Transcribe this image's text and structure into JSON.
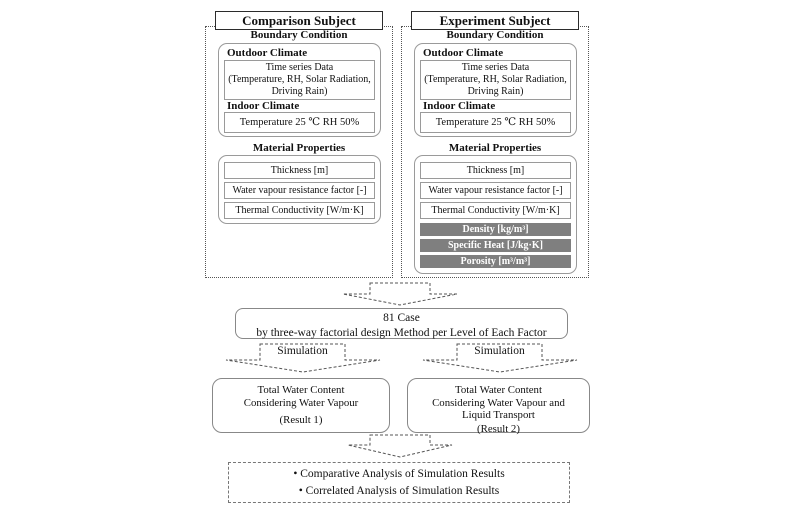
{
  "figure": {
    "columns": [
      {
        "title": "Comparison Subject",
        "boundary_label": "Boundary Condition",
        "outdoor_label": "Outdoor Climate",
        "time_series_lines": [
          "Time series Data",
          "(Temperature, RH, Solar Radiation,",
          "Driving Rain)"
        ],
        "indoor_label": "Indoor Climate",
        "indoor_value": "Temperature 25 ℃ RH 50%",
        "material_label": "Material Properties",
        "material_items": [
          "Thickness [m]",
          "Water vapour resistance factor [-]",
          "Thermal Conductivity [W/m·K]"
        ],
        "material_extra_items": []
      },
      {
        "title": "Experiment Subject",
        "boundary_label": "Boundary Condition",
        "outdoor_label": "Outdoor Climate",
        "time_series_lines": [
          "Time series Data",
          "(Temperature, RH, Solar Radiation,",
          "Driving Rain)"
        ],
        "indoor_label": "Indoor Climate",
        "indoor_value": "Temperature 25 ℃ RH 50%",
        "material_label": "Material Properties",
        "material_items": [
          "Thickness [m]",
          "Water vapour resistance factor [-]",
          "Thermal Conductivity [W/m·K]"
        ],
        "material_extra_items": [
          "Density [kg/m³]",
          "Specific Heat [J/kg·K]",
          "Porosity [m³/m³]"
        ]
      }
    ],
    "case_box": {
      "line1": "81 Case",
      "line2": "by three-way factorial design Method per Level of Each Factor"
    },
    "simulation_labels": [
      "Simulation",
      "Simulation"
    ],
    "result_boxes": [
      {
        "lines": [
          "Total Water Content",
          "Considering Water Vapour"
        ],
        "result": "(Result 1)"
      },
      {
        "lines": [
          "Total Water Content",
          "Considering Water Vapour and",
          "Liquid Transport"
        ],
        "result": "(Result 2)"
      }
    ],
    "analysis_box": {
      "items": [
        "• Comparative Analysis of Simulation Results",
        "• Correlated Analysis of Simulation Results"
      ]
    },
    "colors": {
      "highlight_fill": "#7f7f7f",
      "highlight_text": "#ffffff"
    }
  }
}
